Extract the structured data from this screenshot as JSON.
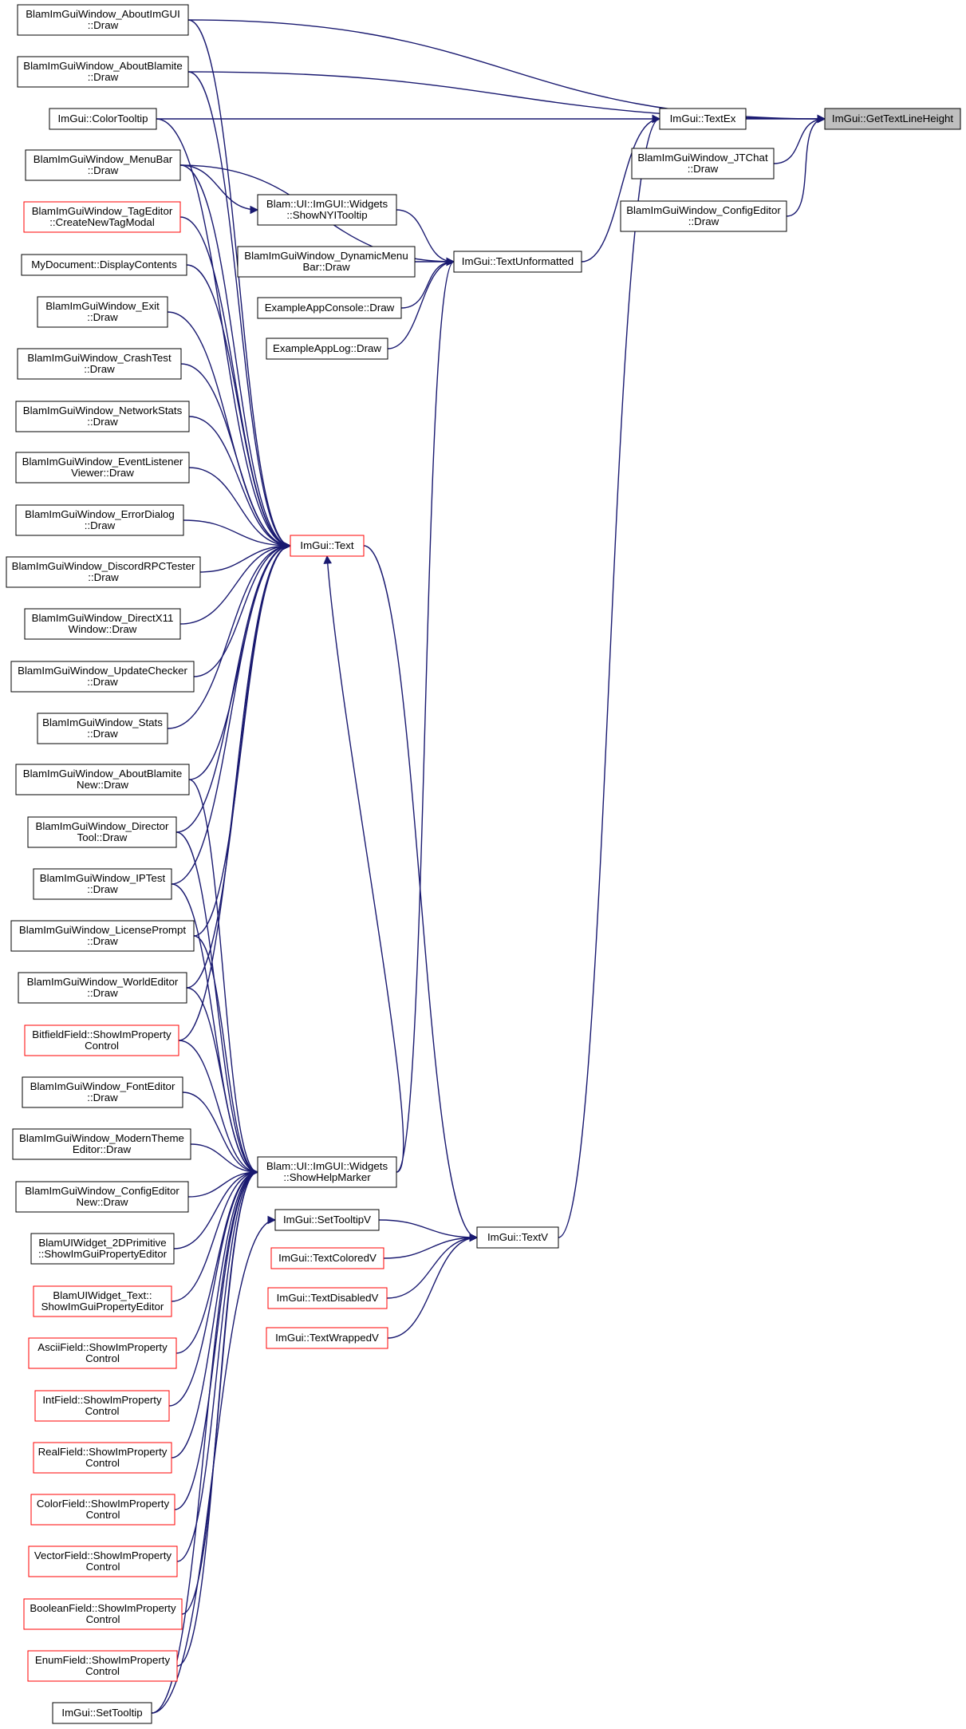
{
  "colors": {
    "edge": "#191970",
    "node_border_default": "#000000",
    "node_border_truncated": "#ff0000",
    "root_fill": "#bfbfbf",
    "node_fill": "#ffffff"
  },
  "nodes": [
    {
      "id": "gtlh",
      "lines": [
        "ImGui::GetTextLineHeight"
      ],
      "style": "root"
    },
    {
      "id": "textex",
      "lines": [
        "ImGui::TextEx"
      ],
      "style": "normal"
    },
    {
      "id": "jtchat",
      "lines": [
        "BlamImGuiWindow_JTChat",
        "::Draw"
      ],
      "style": "normal"
    },
    {
      "id": "configeditor",
      "lines": [
        "BlamImGuiWindow_ConfigEditor",
        "::Draw"
      ],
      "style": "normal"
    },
    {
      "id": "aboutimgui",
      "lines": [
        "BlamImGuiWindow_AboutImGUI",
        "::Draw"
      ],
      "style": "normal"
    },
    {
      "id": "aboutblamite",
      "lines": [
        "BlamImGuiWindow_AboutBlamite",
        "::Draw"
      ],
      "style": "normal"
    },
    {
      "id": "colortooltip",
      "lines": [
        "ImGui::ColorTooltip"
      ],
      "style": "normal"
    },
    {
      "id": "textunformatted",
      "lines": [
        "ImGui::TextUnformatted"
      ],
      "style": "normal"
    },
    {
      "id": "textv",
      "lines": [
        "ImGui::TextV"
      ],
      "style": "normal"
    },
    {
      "id": "menubar",
      "lines": [
        "BlamImGuiWindow_MenuBar",
        "::Draw"
      ],
      "style": "normal"
    },
    {
      "id": "shownyi",
      "lines": [
        "Blam::UI::ImGUI::Widgets",
        "::ShowNYITooltip"
      ],
      "style": "normal"
    },
    {
      "id": "dynmenubar",
      "lines": [
        "BlamImGuiWindow_DynamicMenu",
        "Bar::Draw"
      ],
      "style": "normal"
    },
    {
      "id": "appconsole",
      "lines": [
        "ExampleAppConsole::Draw"
      ],
      "style": "normal"
    },
    {
      "id": "applog",
      "lines": [
        "ExampleAppLog::Draw"
      ],
      "style": "normal"
    },
    {
      "id": "showhelp",
      "lines": [
        "Blam::UI::ImGUI::Widgets",
        "::ShowHelpMarker"
      ],
      "style": "normal"
    },
    {
      "id": "text",
      "lines": [
        "ImGui::Text"
      ],
      "style": "truncated"
    },
    {
      "id": "tageditor",
      "lines": [
        "BlamImGuiWindow_TagEditor",
        "::CreateNewTagModal"
      ],
      "style": "truncated"
    },
    {
      "id": "mydoc",
      "lines": [
        "MyDocument::DisplayContents"
      ],
      "style": "normal"
    },
    {
      "id": "exit",
      "lines": [
        "BlamImGuiWindow_Exit",
        "::Draw"
      ],
      "style": "normal"
    },
    {
      "id": "crashtest",
      "lines": [
        "BlamImGuiWindow_CrashTest",
        "::Draw"
      ],
      "style": "normal"
    },
    {
      "id": "networkstats",
      "lines": [
        "BlamImGuiWindow_NetworkStats",
        "::Draw"
      ],
      "style": "normal"
    },
    {
      "id": "eventlistener",
      "lines": [
        "BlamImGuiWindow_EventListener",
        "Viewer::Draw"
      ],
      "style": "normal"
    },
    {
      "id": "errordialog",
      "lines": [
        "BlamImGuiWindow_ErrorDialog",
        "::Draw"
      ],
      "style": "normal"
    },
    {
      "id": "discordrpc",
      "lines": [
        "BlamImGuiWindow_DiscordRPCTester",
        "::Draw"
      ],
      "style": "normal"
    },
    {
      "id": "directx11",
      "lines": [
        "BlamImGuiWindow_DirectX11",
        "Window::Draw"
      ],
      "style": "normal"
    },
    {
      "id": "updatechecker",
      "lines": [
        "BlamImGuiWindow_UpdateChecker",
        "::Draw"
      ],
      "style": "normal"
    },
    {
      "id": "stats",
      "lines": [
        "BlamImGuiWindow_Stats",
        "::Draw"
      ],
      "style": "normal"
    },
    {
      "id": "aboutblamitenew",
      "lines": [
        "BlamImGuiWindow_AboutBlamite",
        "New::Draw"
      ],
      "style": "normal"
    },
    {
      "id": "directortool",
      "lines": [
        "BlamImGuiWindow_Director",
        "Tool::Draw"
      ],
      "style": "normal"
    },
    {
      "id": "iptest",
      "lines": [
        "BlamImGuiWindow_IPTest",
        "::Draw"
      ],
      "style": "normal"
    },
    {
      "id": "licenseprompt",
      "lines": [
        "BlamImGuiWindow_LicensePrompt",
        "::Draw"
      ],
      "style": "normal"
    },
    {
      "id": "worldeditor",
      "lines": [
        "BlamImGuiWindow_WorldEditor",
        "::Draw"
      ],
      "style": "normal"
    },
    {
      "id": "bitfield",
      "lines": [
        "BitfieldField::ShowImProperty",
        "Control"
      ],
      "style": "truncated"
    },
    {
      "id": "fonteditor",
      "lines": [
        "BlamImGuiWindow_FontEditor",
        "::Draw"
      ],
      "style": "normal"
    },
    {
      "id": "moderntheme",
      "lines": [
        "BlamImGuiWindow_ModernTheme",
        "Editor::Draw"
      ],
      "style": "normal"
    },
    {
      "id": "configeditornew",
      "lines": [
        "BlamImGuiWindow_ConfigEditor",
        "New::Draw"
      ],
      "style": "normal"
    },
    {
      "id": "prim2d",
      "lines": [
        "BlamUIWidget_2DPrimitive",
        "::ShowImGuiPropertyEditor"
      ],
      "style": "normal"
    },
    {
      "id": "uitext",
      "lines": [
        "BlamUIWidget_Text::",
        "ShowImGuiPropertyEditor"
      ],
      "style": "truncated"
    },
    {
      "id": "asciifield",
      "lines": [
        "AsciiField::ShowImProperty",
        "Control"
      ],
      "style": "truncated"
    },
    {
      "id": "intfield",
      "lines": [
        "IntField::ShowImProperty",
        "Control"
      ],
      "style": "truncated"
    },
    {
      "id": "realfield",
      "lines": [
        "RealField::ShowImProperty",
        "Control"
      ],
      "style": "truncated"
    },
    {
      "id": "colorfield",
      "lines": [
        "ColorField::ShowImProperty",
        "Control"
      ],
      "style": "truncated"
    },
    {
      "id": "vectorfield",
      "lines": [
        "VectorField::ShowImProperty",
        "Control"
      ],
      "style": "truncated"
    },
    {
      "id": "booleanfield",
      "lines": [
        "BooleanField::ShowImProperty",
        "Control"
      ],
      "style": "truncated"
    },
    {
      "id": "enumfield",
      "lines": [
        "EnumField::ShowImProperty",
        "Control"
      ],
      "style": "truncated"
    },
    {
      "id": "settooltip",
      "lines": [
        "ImGui::SetTooltip"
      ],
      "style": "normal"
    },
    {
      "id": "settooltipv",
      "lines": [
        "ImGui::SetTooltipV"
      ],
      "style": "normal"
    },
    {
      "id": "textcoloredv",
      "lines": [
        "ImGui::TextColoredV"
      ],
      "style": "truncated"
    },
    {
      "id": "textdisabledv",
      "lines": [
        "ImGui::TextDisabledV"
      ],
      "style": "truncated"
    },
    {
      "id": "textwrappedv",
      "lines": [
        "ImGui::TextWrappedV"
      ],
      "style": "truncated"
    }
  ],
  "edges": [
    [
      "textex",
      "gtlh"
    ],
    [
      "jtchat",
      "gtlh"
    ],
    [
      "configeditor",
      "gtlh"
    ],
    [
      "aboutimgui",
      "gtlh"
    ],
    [
      "aboutblamite",
      "gtlh"
    ],
    [
      "colortooltip",
      "textex"
    ],
    [
      "textunformatted",
      "textex"
    ],
    [
      "textv",
      "textex"
    ],
    [
      "menubar",
      "shownyi"
    ],
    [
      "menubar",
      "textunformatted"
    ],
    [
      "shownyi",
      "textunformatted"
    ],
    [
      "dynmenubar",
      "textunformatted"
    ],
    [
      "appconsole",
      "textunformatted"
    ],
    [
      "applog",
      "textunformatted"
    ],
    [
      "showhelp",
      "textunformatted"
    ],
    [
      "text",
      "textv"
    ],
    [
      "settooltipv",
      "textv"
    ],
    [
      "textcoloredv",
      "textv"
    ],
    [
      "textdisabledv",
      "textv"
    ],
    [
      "textwrappedv",
      "textv"
    ],
    [
      "settooltip",
      "settooltipv"
    ],
    [
      "aboutimgui",
      "text"
    ],
    [
      "aboutblamite",
      "text"
    ],
    [
      "colortooltip",
      "text"
    ],
    [
      "menubar",
      "text"
    ],
    [
      "tageditor",
      "text"
    ],
    [
      "mydoc",
      "text"
    ],
    [
      "exit",
      "text"
    ],
    [
      "crashtest",
      "text"
    ],
    [
      "networkstats",
      "text"
    ],
    [
      "eventlistener",
      "text"
    ],
    [
      "errordialog",
      "text"
    ],
    [
      "discordrpc",
      "text"
    ],
    [
      "directx11",
      "text"
    ],
    [
      "updatechecker",
      "text"
    ],
    [
      "stats",
      "text"
    ],
    [
      "aboutblamitenew",
      "text"
    ],
    [
      "directortool",
      "text"
    ],
    [
      "iptest",
      "text"
    ],
    [
      "licenseprompt",
      "text"
    ],
    [
      "worldeditor",
      "text"
    ],
    [
      "bitfield",
      "text"
    ],
    [
      "showhelp",
      "text"
    ],
    [
      "aboutblamitenew",
      "showhelp"
    ],
    [
      "directortool",
      "showhelp"
    ],
    [
      "iptest",
      "showhelp"
    ],
    [
      "licenseprompt",
      "showhelp"
    ],
    [
      "worldeditor",
      "showhelp"
    ],
    [
      "bitfield",
      "showhelp"
    ],
    [
      "fonteditor",
      "showhelp"
    ],
    [
      "moderntheme",
      "showhelp"
    ],
    [
      "configeditornew",
      "showhelp"
    ],
    [
      "prim2d",
      "showhelp"
    ],
    [
      "uitext",
      "showhelp"
    ],
    [
      "asciifield",
      "showhelp"
    ],
    [
      "intfield",
      "showhelp"
    ],
    [
      "realfield",
      "showhelp"
    ],
    [
      "colorfield",
      "showhelp"
    ],
    [
      "vectorfield",
      "showhelp"
    ],
    [
      "booleanfield",
      "showhelp"
    ],
    [
      "enumfield",
      "showhelp"
    ],
    [
      "settooltip",
      "showhelp"
    ]
  ]
}
